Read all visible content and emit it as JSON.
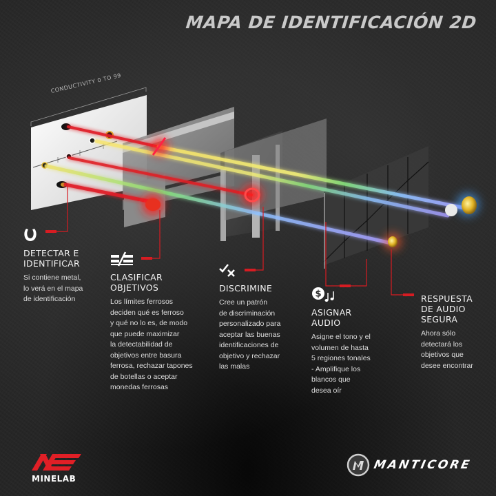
{
  "title": "MAPA DE IDENTIFICACIÓN 2D",
  "diagram": {
    "axis_label": "CONDUCTIVITY 0 TO 99",
    "colors": {
      "accent_red": "#e01f26",
      "beam_yellow": "#f4e46a",
      "beam_green": "#7fe07a",
      "beam_blue": "#8fb8ff",
      "panel_white": "#f2f2f2",
      "panel_gray": "#8a8a8a"
    }
  },
  "sections": [
    {
      "icon": "horseshoe-icon",
      "heading": "DETECTAR E\nIDENTIFICAR",
      "description": "Si contiene metal,\nlo verá en el mapa\nde identificación"
    },
    {
      "icon": "ferrous-classify-icon",
      "heading": "CLASIFICAR\nOBJETIVOS",
      "description": "Los límites ferrosos\ndeciden qué es ferroso\ny qué no lo es, de modo\nque puede maximizar\nla detectabilidad de\nobjetivos entre basura\nferrosa, rechazar tapones\nde botellas o aceptar\nmonedas ferrosas"
    },
    {
      "icon": "check-cross-icon",
      "heading": "DISCRIMINE",
      "description": "Cree un patrón\nde discriminación\npersonalizado para\naceptar las buenas\nidentificaciones de\nobjetivo y rechazar\nlas malas"
    },
    {
      "icon": "dollar-music-icon",
      "heading": "ASIGNAR\nAUDIO",
      "description": "Asigne el tono y el\nvolumen de hasta\n5 regiones tonales\n- Amplifique los\nblancos que\ndesea oír"
    },
    {
      "icon": "",
      "heading": "RESPUESTA\nDE AUDIO\nSEGURA",
      "description": "Ahora sólo\ndetectará los\nobjetivos que\ndesee encontrar"
    }
  ],
  "logos": {
    "brand": "MINELAB",
    "product": "MANTICORE"
  }
}
